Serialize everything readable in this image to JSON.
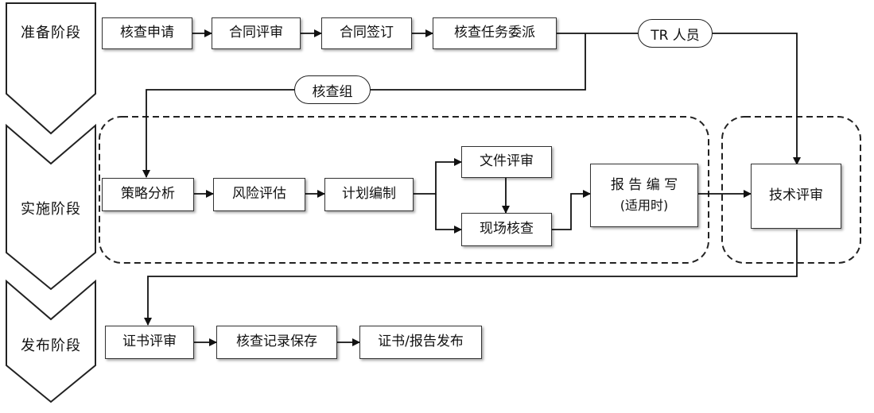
{
  "phases": {
    "prepare": "准备阶段",
    "implement": "实施阶段",
    "publish": "发布阶段"
  },
  "steps": {
    "apply": "核查申请",
    "contract_review": "合同评审",
    "contract_sign": "合同签订",
    "assign": "核查任务委派",
    "strategy": "策略分析",
    "risk": "风险评估",
    "plan": "计划编制",
    "doc_review": "文件评审",
    "onsite": "现场核查",
    "report_title": "报 告 编 写",
    "report_note": "(适用时)",
    "tech_review": "技术评审",
    "cert_review": "证书评审",
    "record_save": "核查记录保存",
    "publish": "证书/报告发布"
  },
  "roles": {
    "tr": "TR 人员",
    "group": "核查组"
  }
}
